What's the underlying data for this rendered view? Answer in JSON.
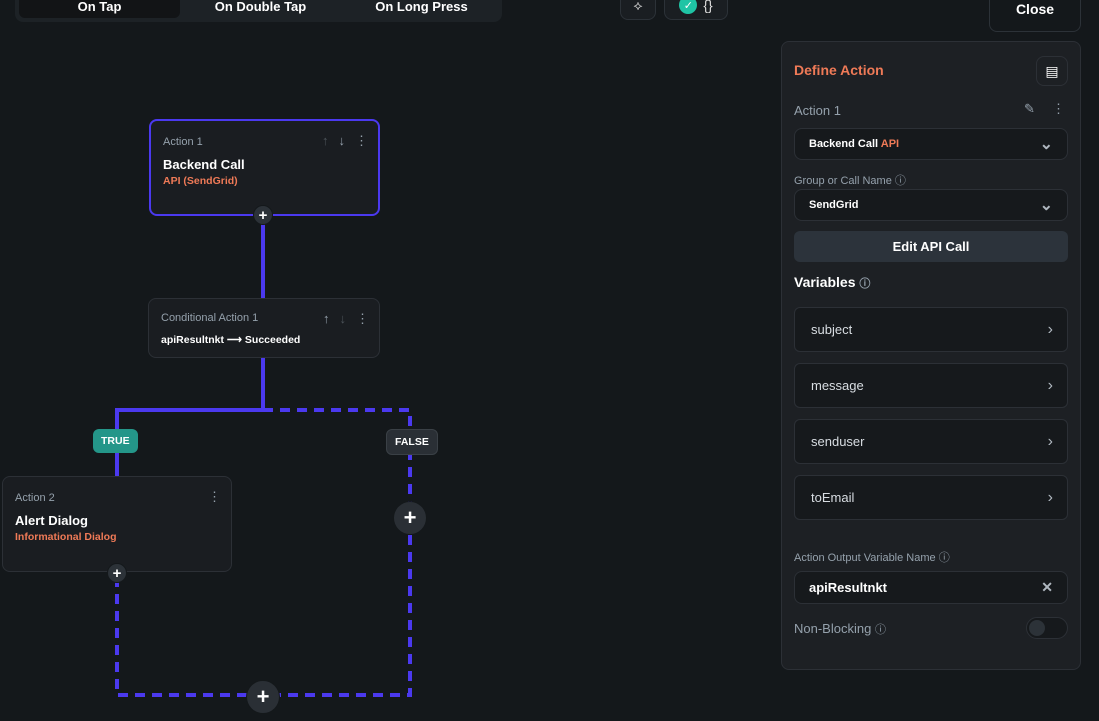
{
  "tabs": [
    {
      "label": "On Tap",
      "active": true
    },
    {
      "label": "On Double Tap"
    },
    {
      "label": "On Long Press"
    }
  ],
  "toolbar": {
    "close_label": "Close",
    "icons": [
      "flutter-agent-icon",
      "check-circle-icon",
      "debug-icon"
    ]
  },
  "colors": {
    "accent": "#ef7a57",
    "flow_line": "#4b39ef",
    "true_badge": "#249689"
  },
  "nodes": {
    "action1": {
      "title": "Action 1",
      "name": "Backend Call",
      "sub": "API (SendGrid)"
    },
    "conditional": {
      "title": "Conditional Action 1",
      "condition": "apiResultnkt ⟶ Succeeded"
    },
    "true_label": "TRUE",
    "false_label": "FALSE",
    "action2": {
      "title": "Action 2",
      "name": "Alert Dialog",
      "sub": "Informational Dialog"
    }
  },
  "panel": {
    "title": "Define Action",
    "action_label": "Action 1",
    "action_type": "Backend Call",
    "action_type_tag": "API",
    "group_label": "Group or Call Name",
    "group_value": "SendGrid",
    "edit_button": "Edit API Call",
    "variables_label": "Variables",
    "variables": [
      "subject",
      "message",
      "senduser",
      "toEmail"
    ],
    "output_label": "Action Output Variable Name",
    "output_value": "apiResultnkt",
    "non_blocking_label": "Non-Blocking",
    "non_blocking": false
  }
}
